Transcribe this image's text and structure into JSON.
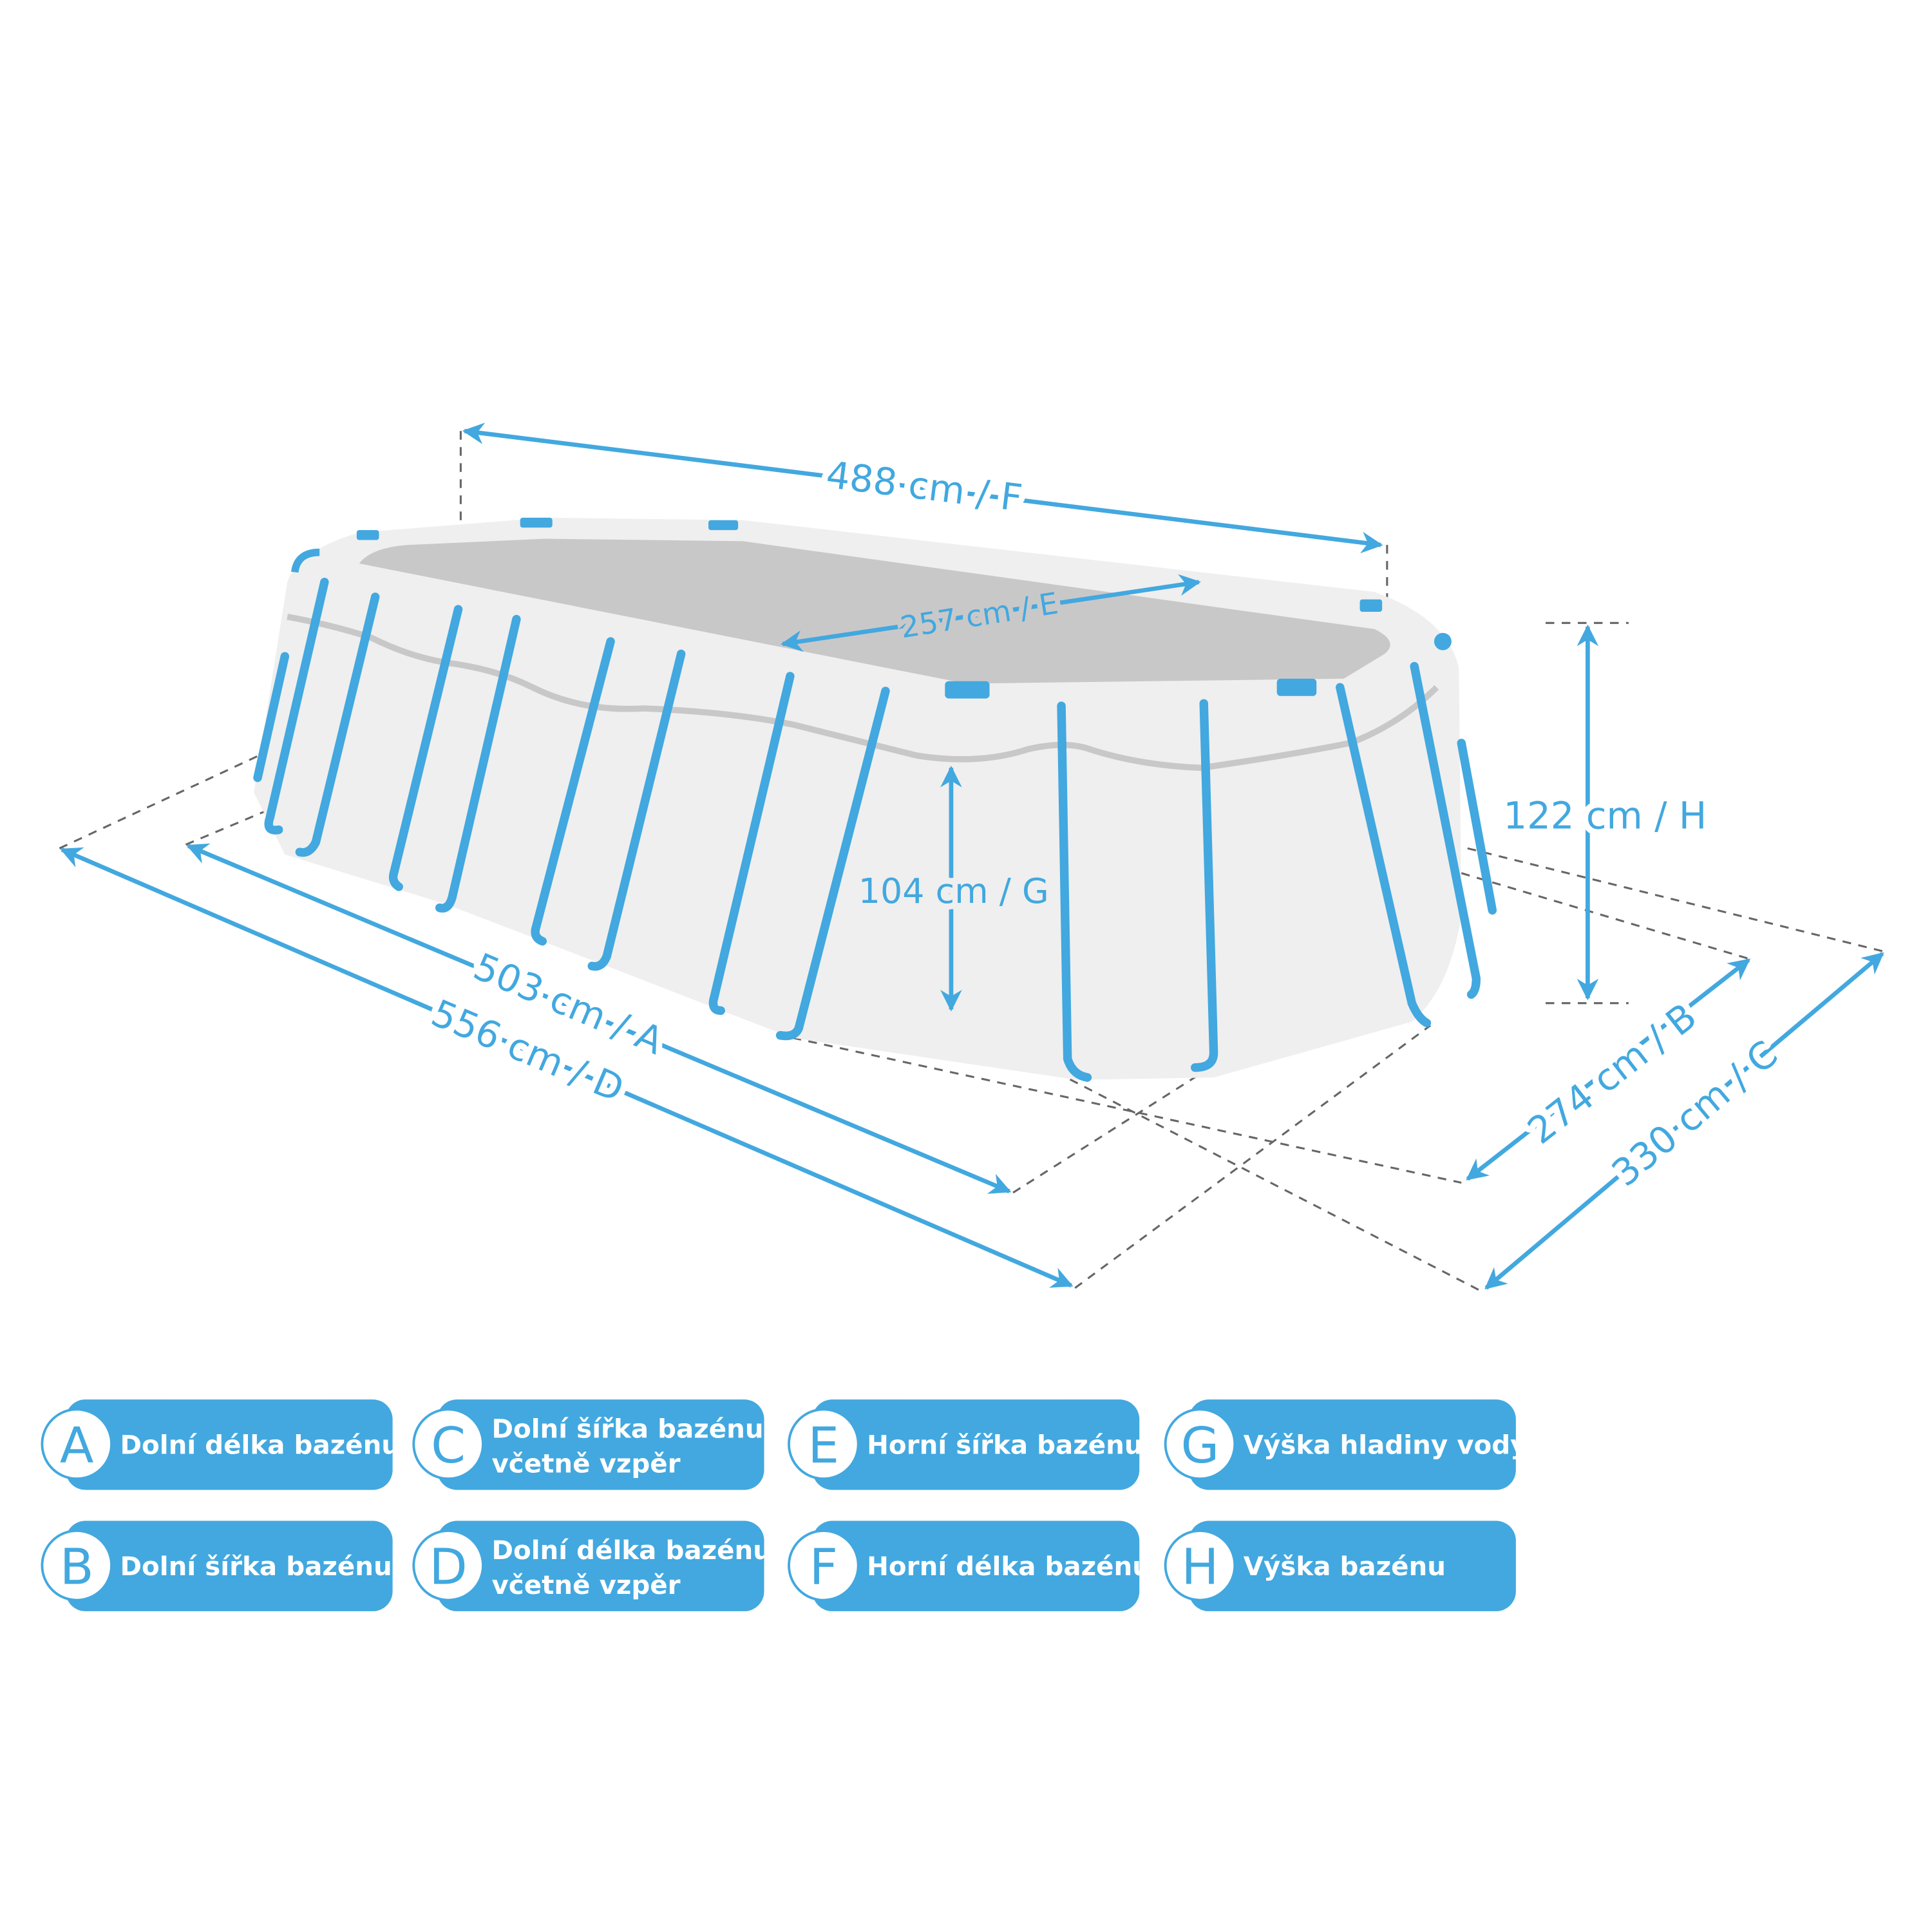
{
  "colors": {
    "accent": "#42a8df",
    "pool_wall": "#efefef",
    "water": "#c9c8c9"
  },
  "dimensions": {
    "F": "488 cm / F",
    "E": "257 cm / E",
    "H": "122 cm / H",
    "G": "104 cm / G",
    "A": "503 cm / A",
    "D": "556 cm / D",
    "B": "274 cm / B",
    "C": "330 cm / C"
  },
  "legend": [
    {
      "letter": "A",
      "lines": [
        "Dolní délka bazénu"
      ]
    },
    {
      "letter": "B",
      "lines": [
        "Dolní šířka bazénu"
      ]
    },
    {
      "letter": "C",
      "lines": [
        "Dolní šířka bazénu",
        "včetně vzpěr"
      ]
    },
    {
      "letter": "D",
      "lines": [
        "Dolní délka bazénu",
        "včetně vzpěr"
      ]
    },
    {
      "letter": "E",
      "lines": [
        "Horní šířka bazénu"
      ]
    },
    {
      "letter": "F",
      "lines": [
        "Horní délka bazénu"
      ]
    },
    {
      "letter": "G",
      "lines": [
        "Výška hladiny vody"
      ]
    },
    {
      "letter": "H",
      "lines": [
        "Výška bazénu"
      ]
    }
  ]
}
